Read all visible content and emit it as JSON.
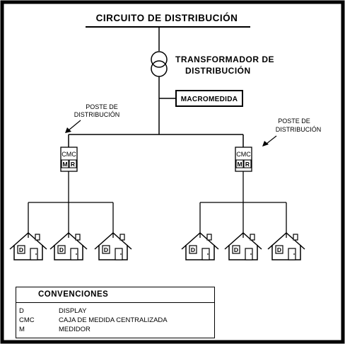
{
  "diagram": {
    "title": "CIRCUITO DE DISTRIBUCIÓN",
    "transformer_label_line1": "TRANSFORMADOR DE",
    "transformer_label_line2": "DISTRIBUCIÓN",
    "macrometer_label": "MACROMEDIDA",
    "pole_left_line1": "POSTE DE",
    "pole_left_line2": "DISTRIBUCIÓN",
    "pole_right_line1": "POSTE DE",
    "pole_right_line2": "DISTRIBUCIÓN",
    "cmc_left_label": "CMC",
    "cmc_left_m": "M",
    "cmc_left_r": "R",
    "cmc_right_label": "CMC",
    "cmc_right_m": "M",
    "cmc_right_r": "R",
    "house_display_letter": "D"
  },
  "legend": {
    "title": "CONVENCIONES",
    "rows": [
      {
        "code": "D",
        "description": "DISPLAY"
      },
      {
        "code": "CMC",
        "description": "CAJA DE MEDIDA CENTRALIZADA"
      },
      {
        "code": "M",
        "description": "MEDIDOR"
      }
    ]
  }
}
